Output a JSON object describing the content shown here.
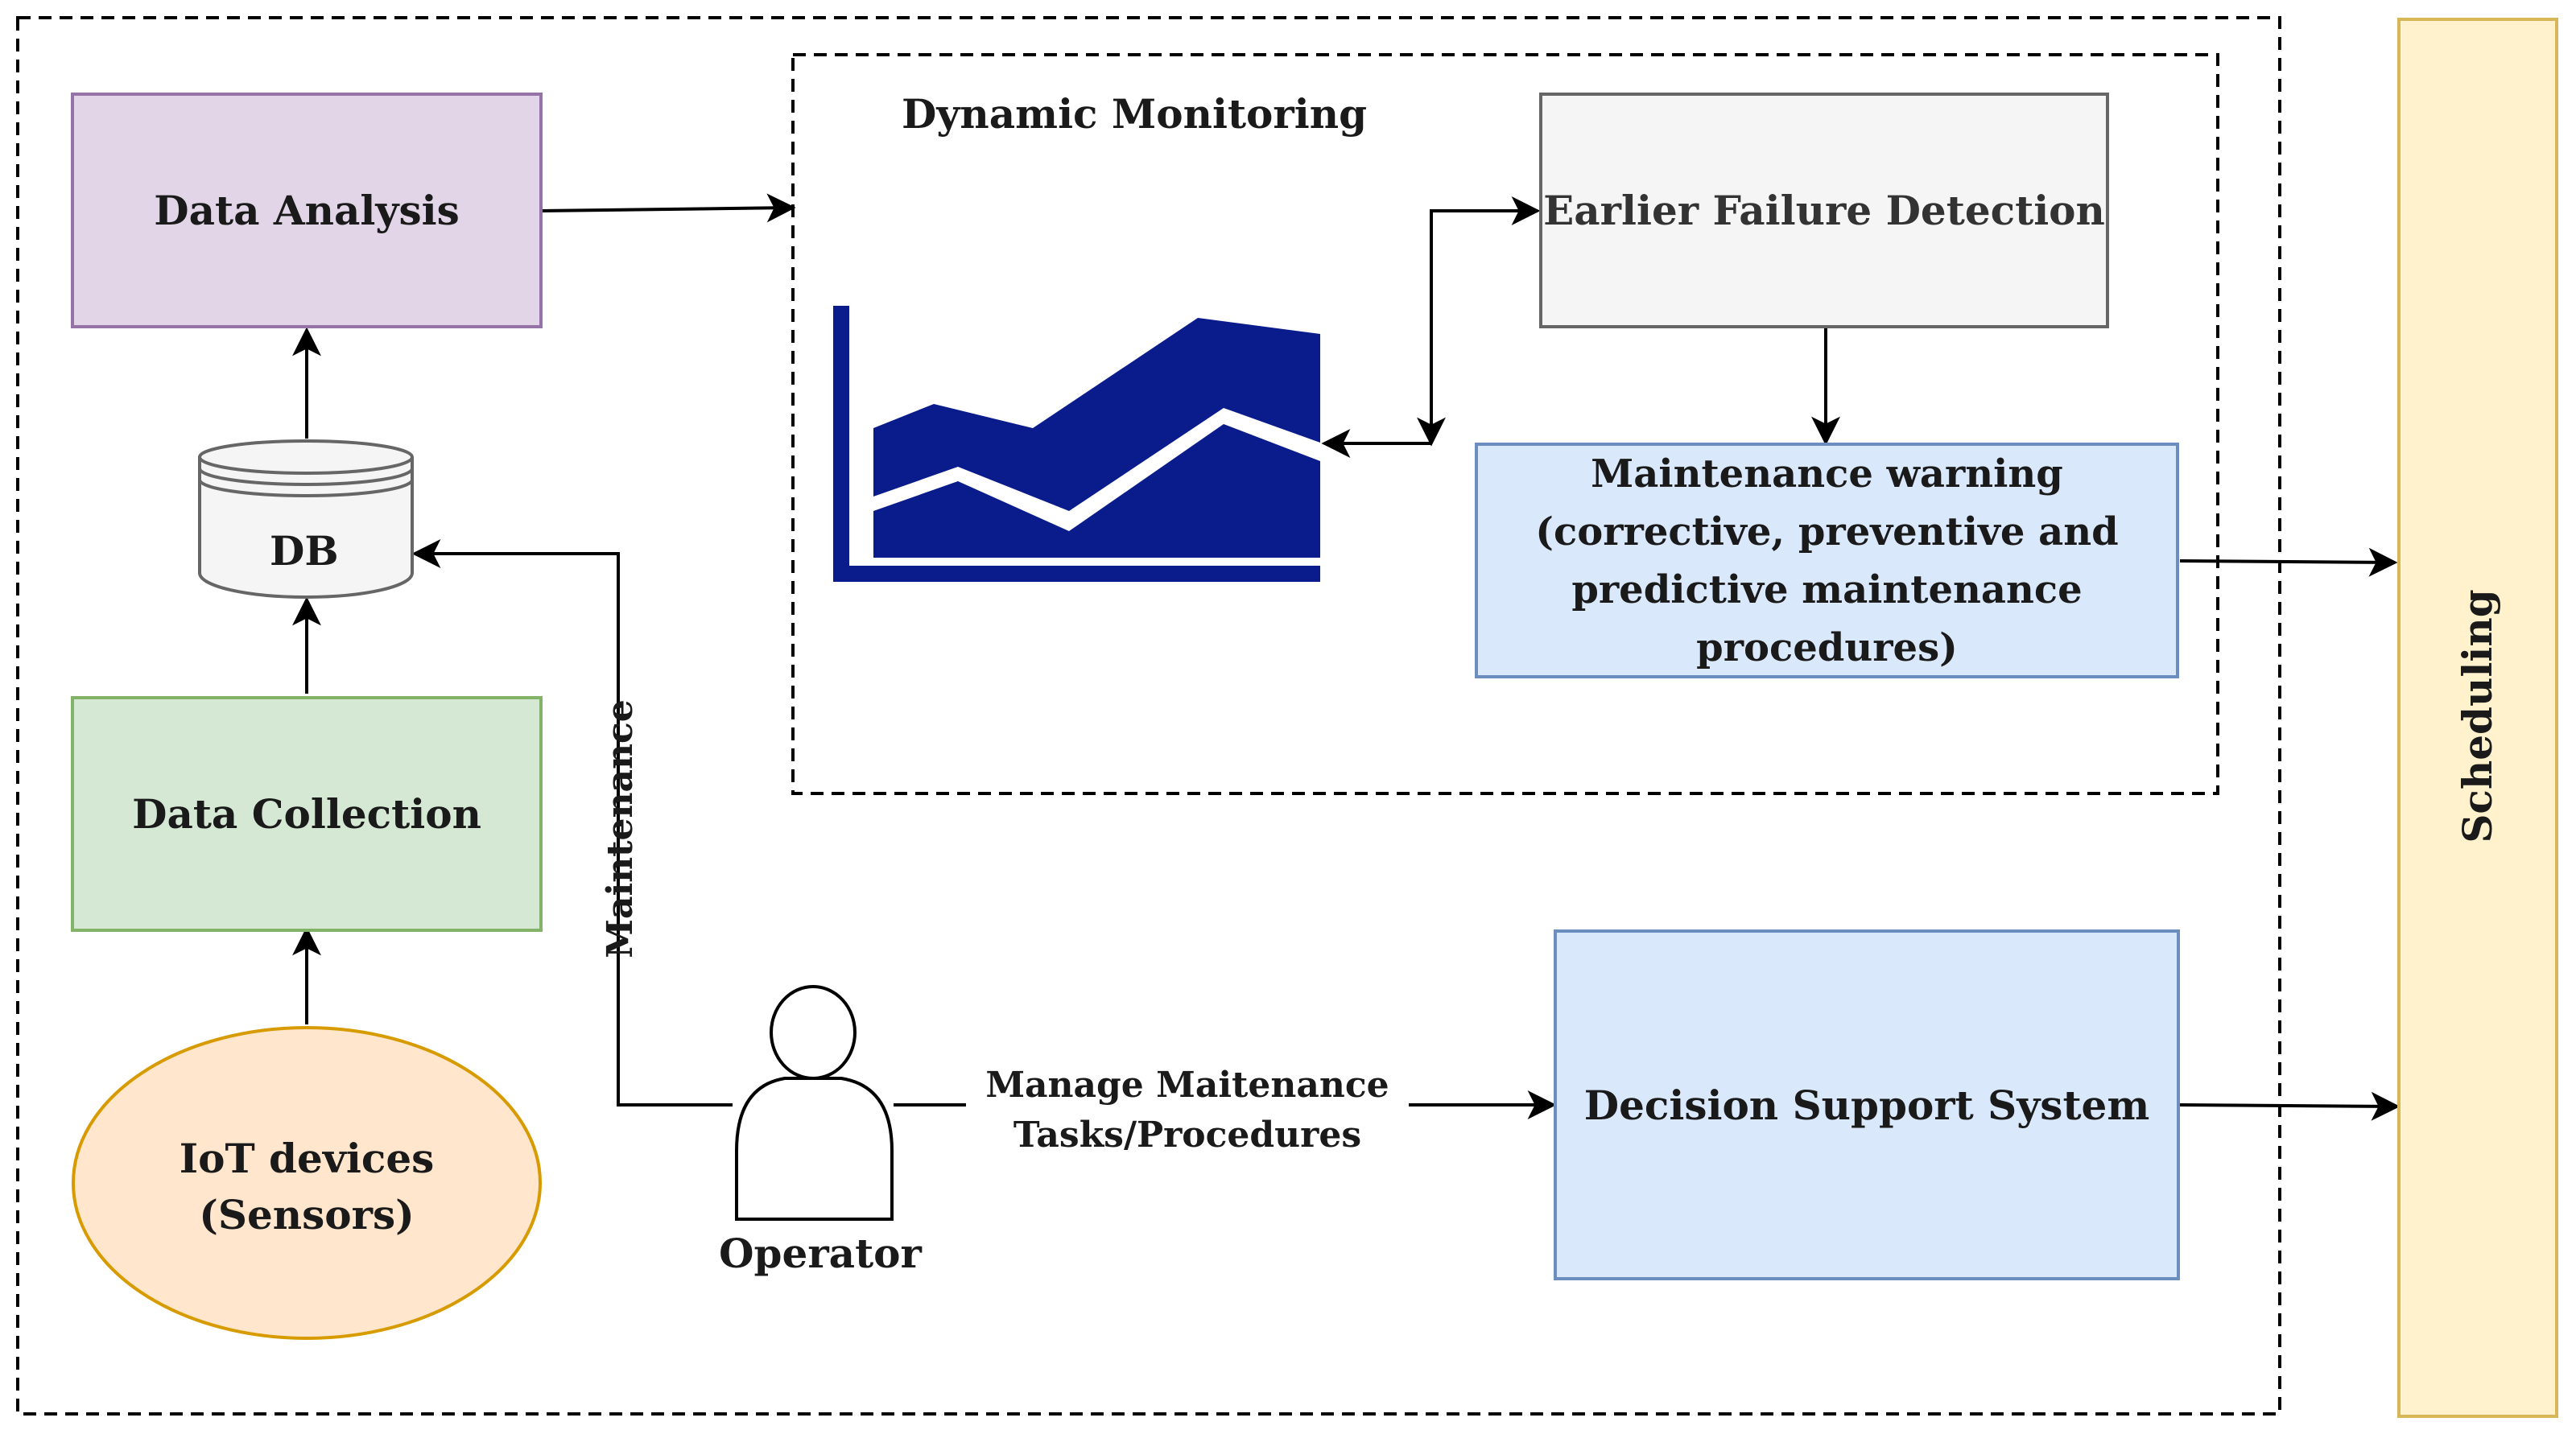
{
  "nodes": {
    "data_analysis": "Data Analysis",
    "db": "DB",
    "data_collection": "Data Collection",
    "iot_line1": "IoT devices",
    "iot_line2": "(Sensors)",
    "dynamic_monitoring": "Dynamic Monitoring",
    "earlier_failure_detection": "Earlier Failure Detection",
    "warning_line1": "Maintenance warning",
    "warning_line2": "(corrective, preventive and",
    "warning_line3": "predictive maintenance",
    "warning_line4": "procedures)",
    "decision_support": "Decision Support System",
    "operator": "Operator",
    "scheduling": "Scheduling"
  },
  "edges": {
    "maintenance": "Maintenance",
    "manage_line1": "Manage Maitenance",
    "manage_line2": "Tasks/Procedures"
  },
  "colors": {
    "purple_fill": "#e1d5e7",
    "purple_border": "#9673a6",
    "green_fill": "#d5e8d4",
    "green_border": "#82b366",
    "orange_fill": "#ffe6cc",
    "orange_border": "#d79b00",
    "gray_fill": "#f5f5f5",
    "gray_border": "#666666",
    "blue_fill": "#dae8fc",
    "blue_border": "#6c8ebf",
    "yellow_fill": "#fff2cc",
    "yellow_border": "#d6b656",
    "chart_navy": "#0a1c8c"
  }
}
